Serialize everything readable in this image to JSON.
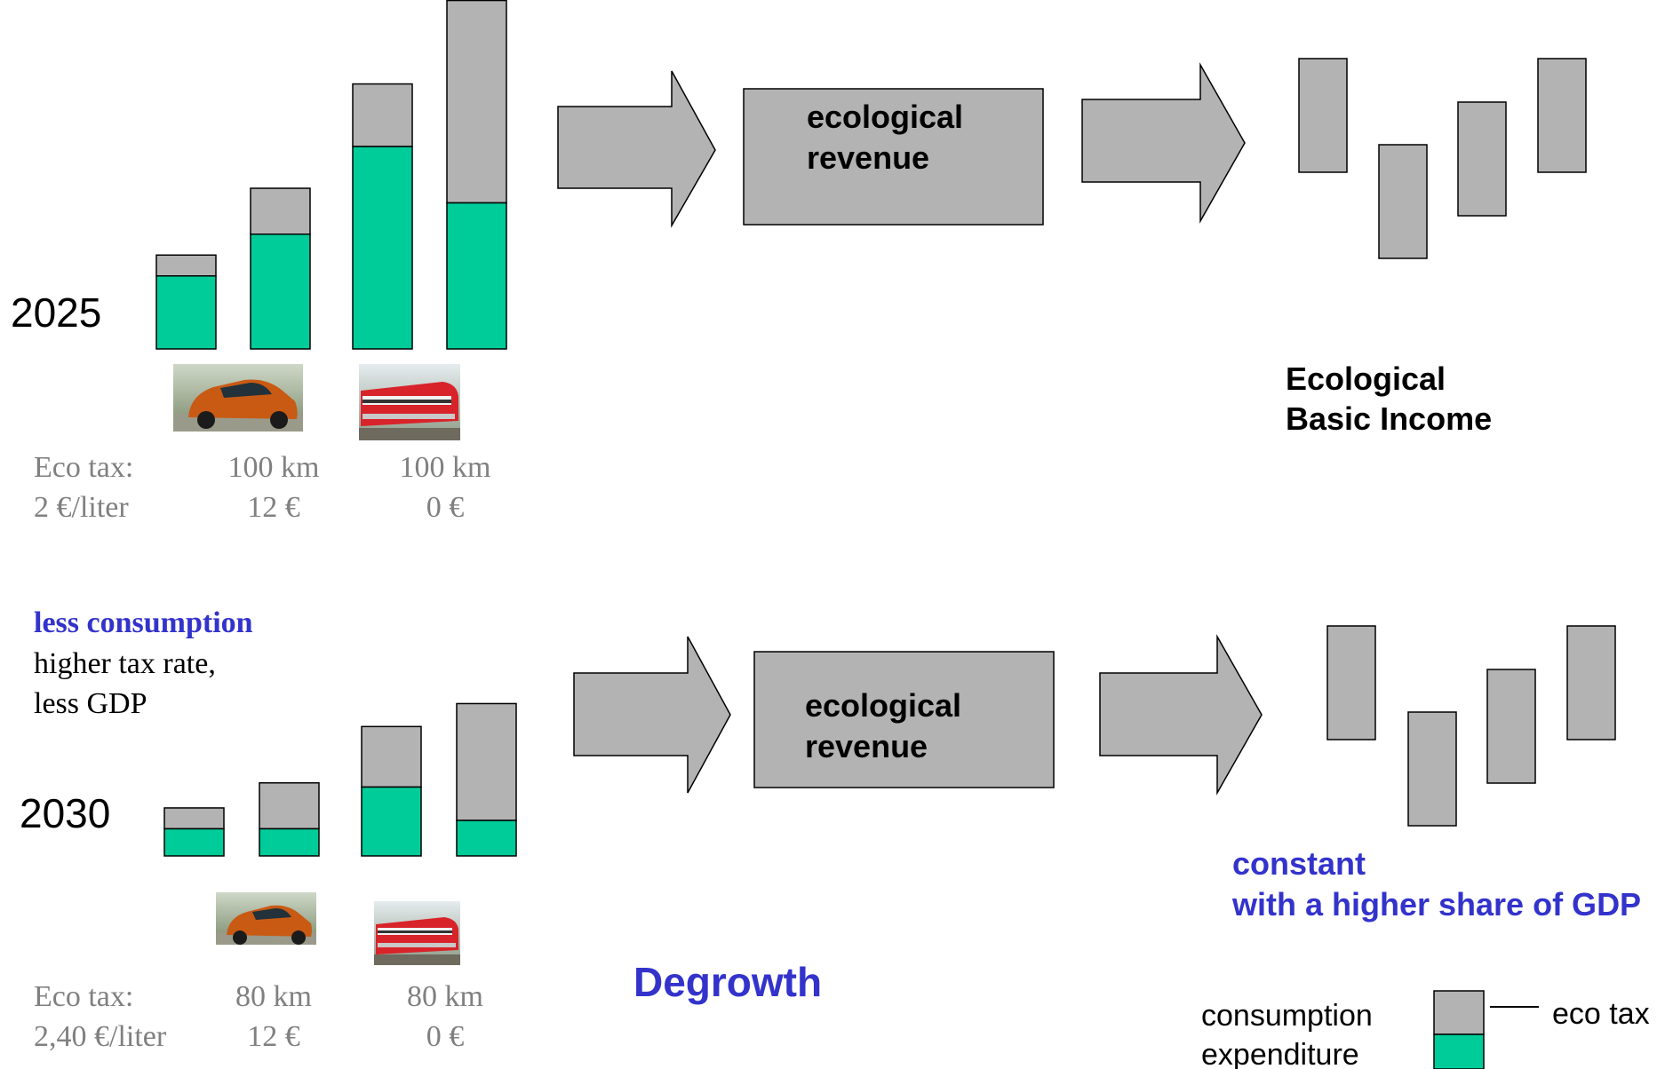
{
  "colors": {
    "tax": "#b3b3b3",
    "consumption": "#00cc99",
    "accent": "#3333cc",
    "muted": "#808080",
    "text": "#000000",
    "outline": "#000000"
  },
  "top": {
    "year": "2025",
    "bars": [
      {
        "consumption": 0.35,
        "tax": 0.1
      },
      {
        "consumption": 0.55,
        "tax": 0.22
      },
      {
        "consumption": 0.97,
        "tax": 0.3
      },
      {
        "consumption": 0.7,
        "tax": 0.97
      }
    ],
    "box_label_line1": "ecological",
    "box_label_line2": "revenue",
    "income_title_line1": "Ecological",
    "income_title_line2": "Basic Income",
    "row1": [
      "Eco tax:",
      "100 km",
      "100 km"
    ],
    "row2": [
      "2 €/liter",
      "12 €",
      "0 €"
    ]
  },
  "bottom": {
    "year": "2030",
    "bars": [
      {
        "consumption": 0.13,
        "tax": 0.1
      },
      {
        "consumption": 0.13,
        "tax": 0.22
      },
      {
        "consumption": 0.33,
        "tax": 0.29
      },
      {
        "consumption": 0.17,
        "tax": 0.56
      }
    ],
    "note_highlight": "less consumption",
    "note_line2": "higher tax rate,",
    "note_line3": "less GDP",
    "box_label_line1": "ecological",
    "box_label_line2": "revenue",
    "income_caption_line1": "constant",
    "income_caption_line2": "with a higher share of GDP",
    "row1": [
      "Eco tax:",
      "80 km",
      "80 km"
    ],
    "row2": [
      "2,40  €/liter",
      "12 €",
      "0 €"
    ]
  },
  "degrowth_label": "Degrowth",
  "legend": {
    "consumption_line1": "consumption",
    "consumption_line2": "expenditure",
    "tax_label": "eco tax"
  },
  "icons": [
    "car-photo-icon",
    "train-photo-icon"
  ]
}
